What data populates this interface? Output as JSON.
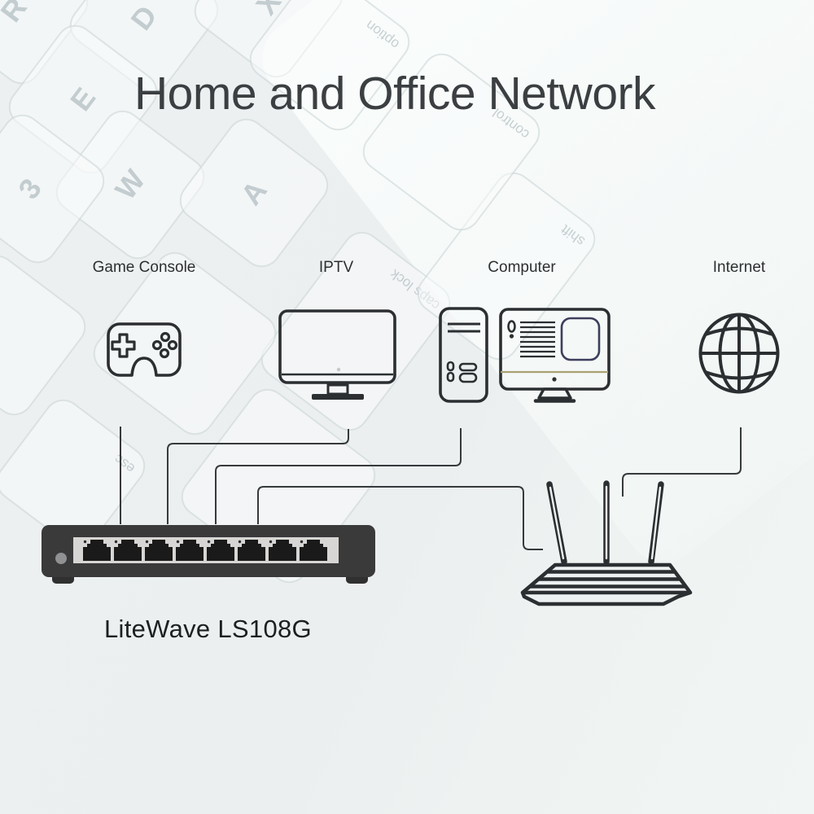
{
  "title": "Home and Office Network",
  "devices": [
    {
      "id": "game-console",
      "label": "Game Console"
    },
    {
      "id": "iptv",
      "label": "IPTV"
    },
    {
      "id": "computer",
      "label": "Computer"
    },
    {
      "id": "internet",
      "label": "Internet"
    }
  ],
  "switch": {
    "model_label": "LiteWave LS108G",
    "port_count": 8
  },
  "router": {
    "antenna_count": 3
  },
  "connections": [
    {
      "from": "Game Console",
      "to": "Switch"
    },
    {
      "from": "IPTV",
      "to": "Switch"
    },
    {
      "from": "Computer",
      "to": "Switch"
    },
    {
      "from": "Switch",
      "to": "Router"
    },
    {
      "from": "Router",
      "to": "Internet"
    }
  ],
  "colors": {
    "ink": "#2b2f31",
    "line": "#363a3c",
    "switch_body": "#3a3a3b",
    "switch_panel": "#d8d6d4",
    "accent_navy": "#3e3e5c",
    "monitor_separator": "#a9a172"
  },
  "background": {
    "keys": [
      "R",
      "D",
      "X",
      "E",
      "W",
      "A",
      "3",
      "esc",
      "caps lock",
      "shift",
      "control",
      "option"
    ]
  }
}
